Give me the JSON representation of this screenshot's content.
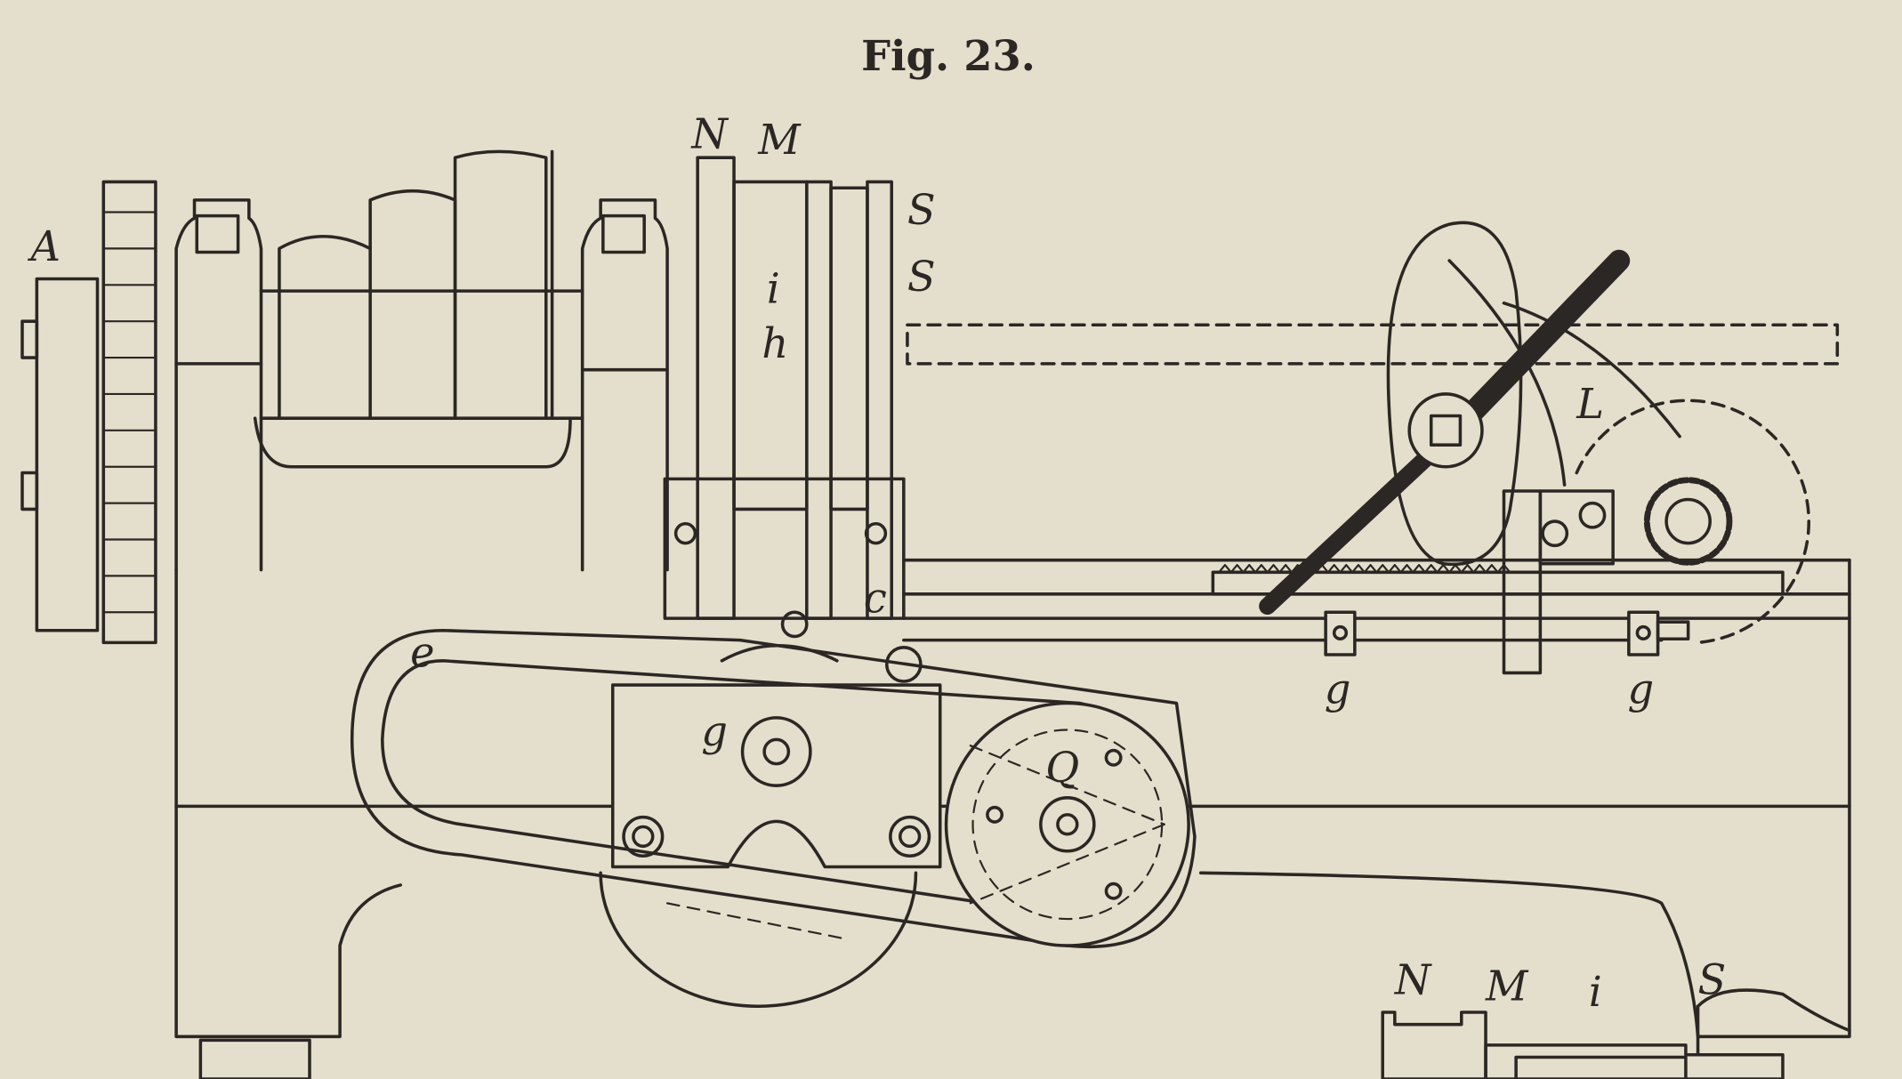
{
  "figure": {
    "title": "Fig. 23.",
    "labels": {
      "A": "A",
      "N": "N",
      "M": "M",
      "S1": "S",
      "S2": "S",
      "i": "i",
      "h": "h",
      "c": "c",
      "e": "e",
      "g_plate": "g",
      "Q": "Q",
      "L": "L",
      "g_left": "g",
      "g_right": "g",
      "N_sec": "N",
      "M_sec": "M",
      "i_sec": "i",
      "S_sec": "S"
    }
  },
  "colors": {
    "paper": "#e4dfcc",
    "ink": "#2b2724"
  }
}
